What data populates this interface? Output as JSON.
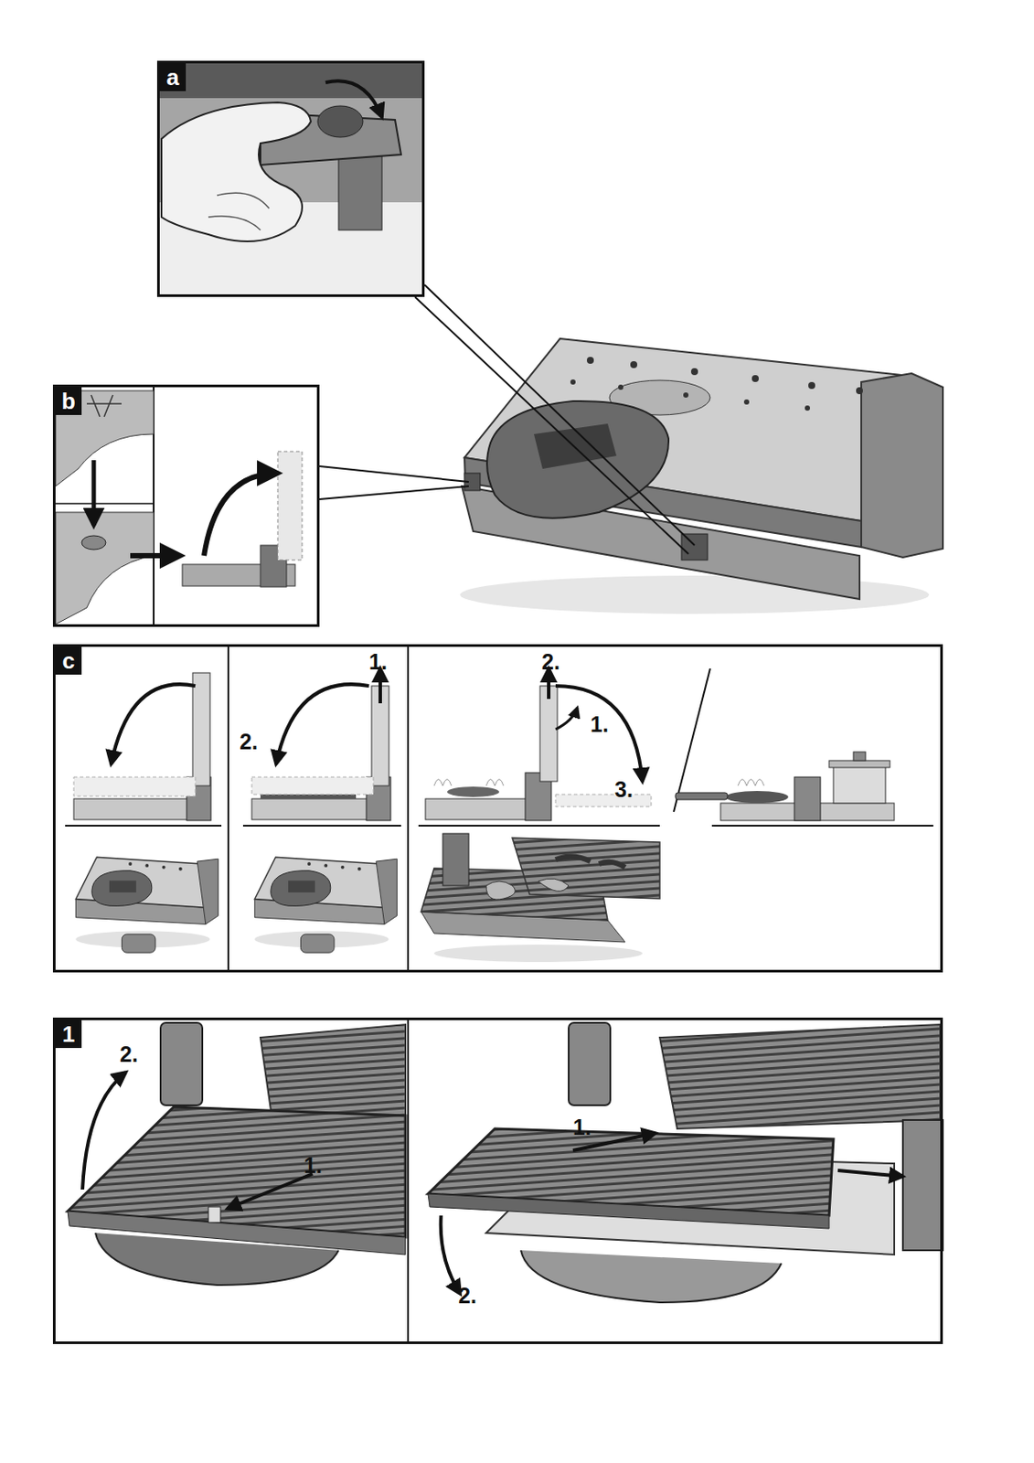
{
  "diagram": {
    "nodes": [
      {
        "text": [
          "a"
        ]
      },
      {
        "text": [
          "b"
        ]
      },
      {
        "text": [
          "c"
        ]
      },
      {
        "text": [
          "1"
        ]
      }
    ],
    "labels": [
      "1.",
      "2.",
      "2.",
      "1.",
      "3.",
      "2.",
      "1.",
      "1.",
      "2."
    ]
  }
}
